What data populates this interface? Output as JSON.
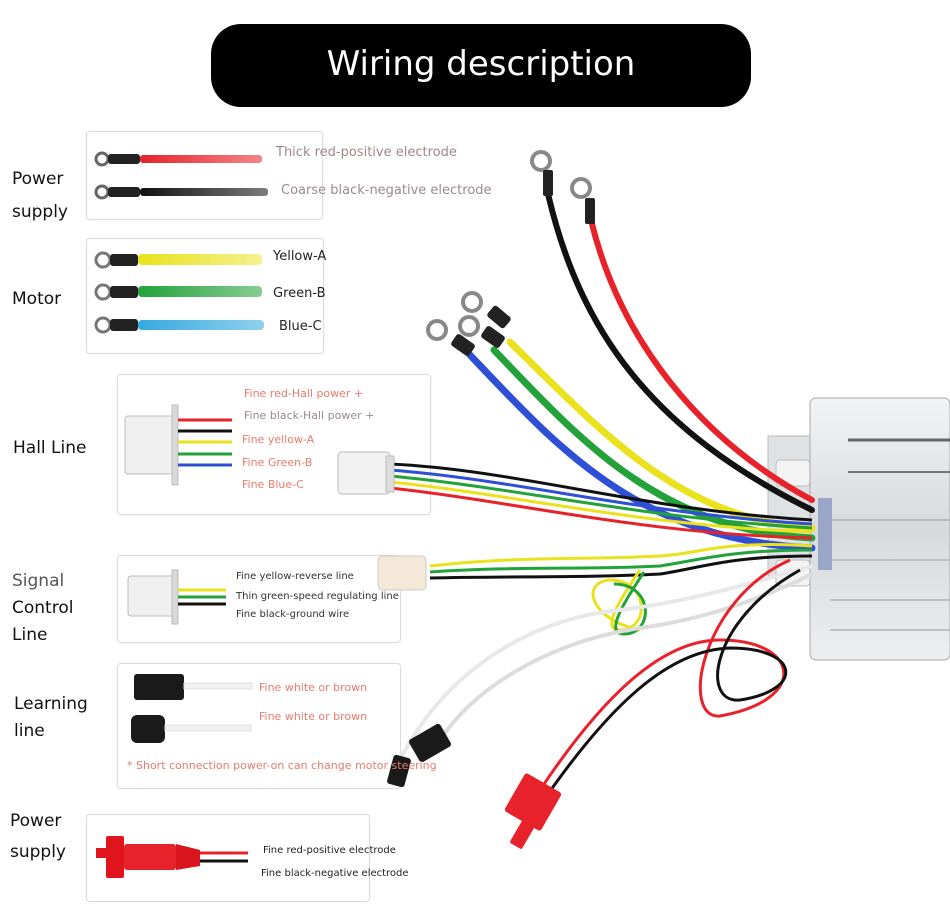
{
  "title": "Wiring description",
  "groups": {
    "power_supply_main": {
      "label_line1": "Power",
      "label_line2": "supply",
      "wires": [
        "Thick red-positive electrode",
        "Coarse black-negative electrode"
      ]
    },
    "motor": {
      "label": "Motor",
      "wires": [
        "Yellow-A",
        "Green-B",
        "Blue-C"
      ]
    },
    "hall_line": {
      "label": "Hall Line",
      "wires": [
        "Fine red-Hall power +",
        "Fine black-Hall power +",
        "Fine yellow-A",
        "Fine Green-B",
        "Fine Blue-C"
      ]
    },
    "signal_control": {
      "label_line1": "Signal",
      "label_line2": "Control",
      "label_line3": "Line",
      "wires": [
        "Fine yellow-reverse line",
        "Thin green-speed regulating line",
        "Fine black-ground wire"
      ]
    },
    "learning": {
      "label_line1": "Learning",
      "label_line2": "line",
      "wires": [
        "Fine white or brown",
        "Fine white or brown"
      ],
      "note": "* Short connection power-on can change motor steering"
    },
    "power_supply_small": {
      "label_line1": "Power",
      "label_line2": "supply",
      "wires": [
        "Fine red-positive electrode",
        "Fine black-negative electrode"
      ]
    }
  },
  "colors": {
    "red": "#e8222a",
    "black": "#111111",
    "yellow": "#e9e21c",
    "green": "#23a23a",
    "blue": "#2f4fd6",
    "cyan": "#35a9e0",
    "label_pink": "#e87b6f",
    "label_grey": "#9a8a8a"
  },
  "icons": [
    "ring-terminal-icon",
    "hall-connector-icon",
    "signal-connector-icon",
    "learning-connector-icon",
    "power-connector-icon",
    "controller-housing-icon"
  ]
}
